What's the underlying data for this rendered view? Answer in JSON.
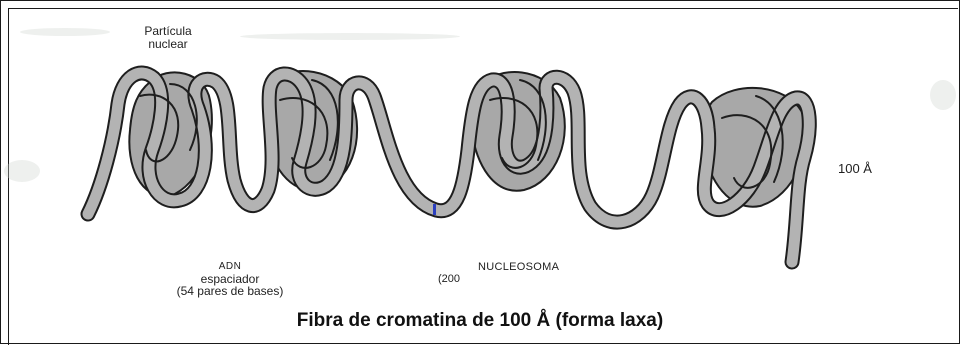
{
  "labels": {
    "particle_line1": "Partícula",
    "particle_line2": "nuclear",
    "width_100": "100 Å",
    "adn_line1": "ADN",
    "adn_line2": "espaciador",
    "adn_line3": "(54 pares de bases)",
    "nucleosome_line1": "NUCLEOSOMA",
    "nucleosome_line2": "(200"
  },
  "caption": "Fibra de cromatina de 100 Å (forma laxa)",
  "colors": {
    "fiber_fill": "#b3b3b3",
    "core_fill": "#a8a8a8",
    "stroke": "#1e1e1e",
    "marker": "#2b3fbf"
  }
}
